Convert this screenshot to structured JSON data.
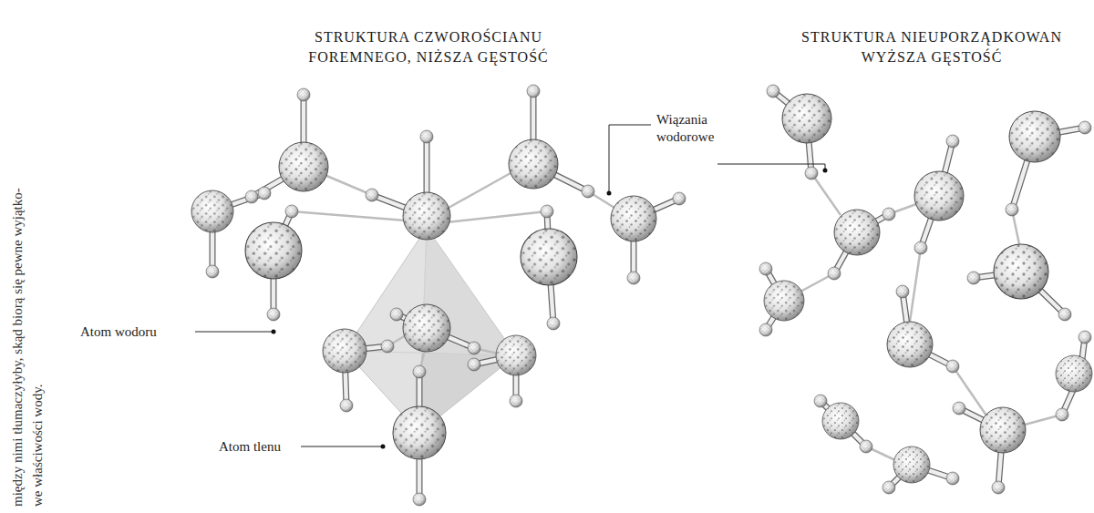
{
  "diagram": {
    "labels": [
      "między nimi tłumaczyłyby, skąd biorą się pewne wyjątko- we właściwości wody.",
      "STRUKTURA CZWOROŚCIANU FOREMNEGO, NIŻSZA GĘSTOŚĆ",
      "STRUKTURA NIEUPORZĄDKOWAN WYŻSZA GĘSTOŚĆ",
      "Wiązania wodorowe",
      "Atom wodoru",
      "Atom tlenu"
    ]
  }
}
